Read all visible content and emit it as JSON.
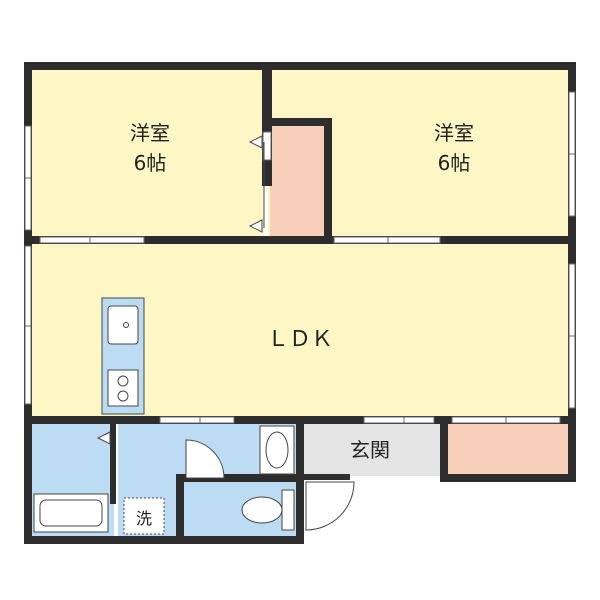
{
  "rooms": {
    "west_bedroom": {
      "name": "洋室",
      "size": "6帖"
    },
    "east_bedroom": {
      "name": "洋室",
      "size": "6帖"
    },
    "ldk": {
      "name": "ＬＤＫ"
    },
    "entrance": {
      "name": "玄関"
    },
    "washer": {
      "name": "洗"
    }
  },
  "colors": {
    "living": "#fcf7c5",
    "wet_area": "#bcdcf4",
    "storage": "#f8cfb8",
    "entrance": "#e4e4e4",
    "wall": "#2d2d2d"
  }
}
